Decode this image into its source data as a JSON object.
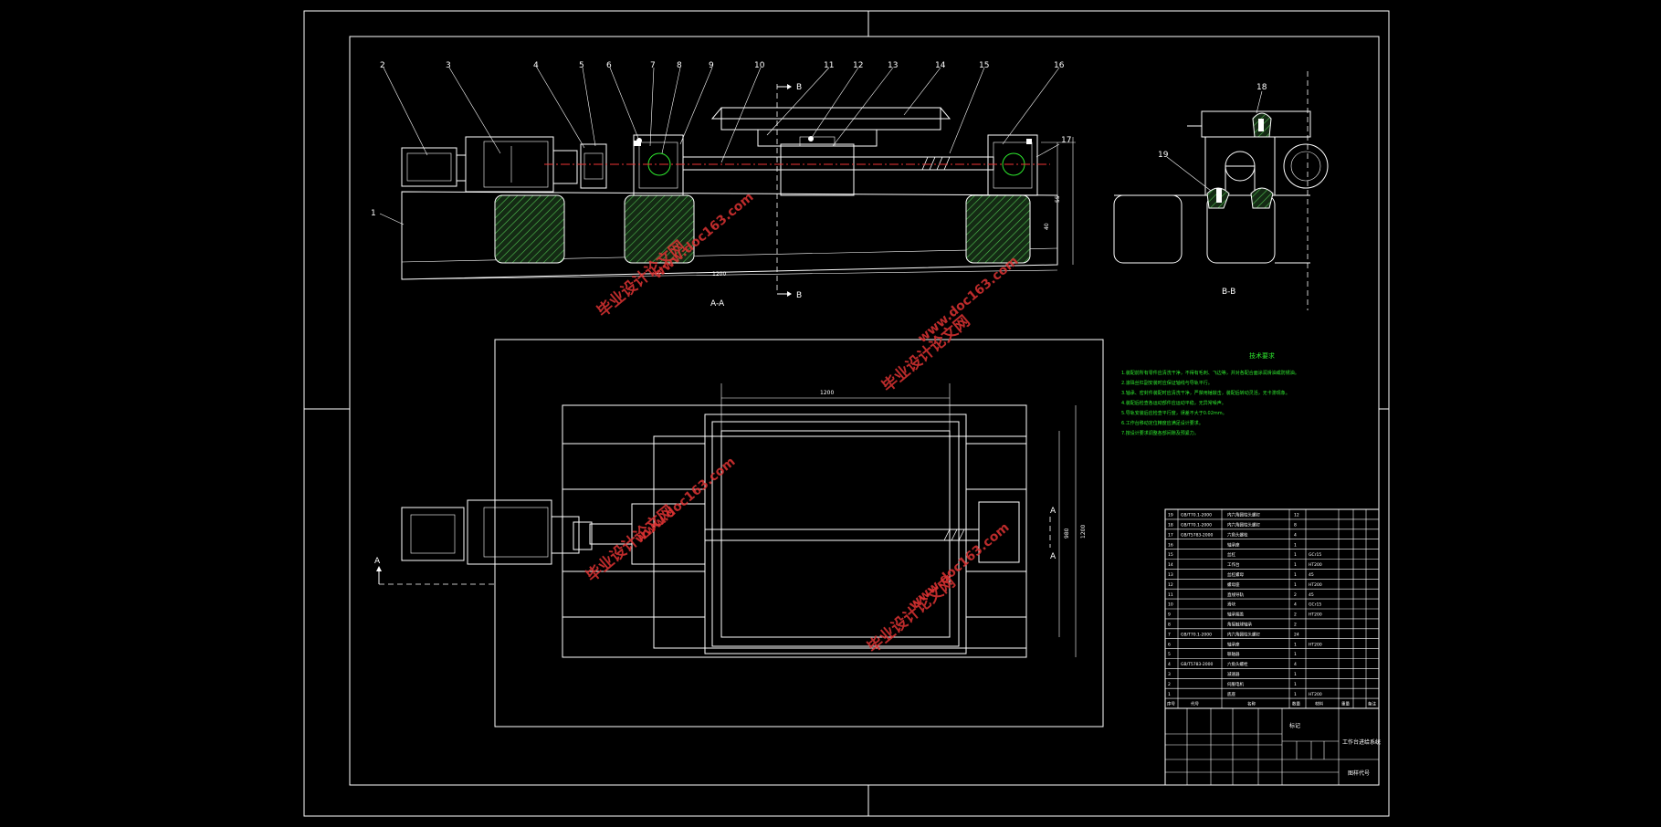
{
  "drawing": {
    "views": {
      "section_aa": "A-A",
      "section_bb": "B-B"
    },
    "cut_markers": {
      "b_top": "B",
      "b_bottom": "B",
      "a_top": "A",
      "a_bottom": "A",
      "a_left": "A"
    },
    "part_callouts": [
      "1",
      "2",
      "3",
      "4",
      "5",
      "6",
      "7",
      "8",
      "9",
      "10",
      "11",
      "12",
      "13",
      "14",
      "15",
      "16",
      "17",
      "18",
      "19"
    ],
    "dimensions": {
      "base_length": "1200",
      "height_1": "55",
      "height_2": "40",
      "table_width": "1200",
      "table_height_1": "980",
      "table_height_2": "1200"
    },
    "tech_requirements": {
      "title": "技术要求",
      "lines": [
        "1.装配前所有零件应清洗干净，不得有毛刺、飞边等，并对各配合面涂润滑油或防锈油。",
        "2.滚珠丝杠副安装时应保证轴线与导轨平行。",
        "3.轴承、密封件装配时应清洗干净，严禁用锤敲击，装配后转动灵活，无卡滞现象。",
        "4.装配后检查各运动部件应运动平稳，无异常噪声。",
        "5.导轨安装后应检查平行度，误差不大于0.02mm。",
        "6.工作台移动定位精度应满足设计要求。",
        "7.按设计要求调整各部间隙及预紧力。"
      ]
    },
    "bom": [
      {
        "no": "19",
        "code": "GB/T70.1-2000",
        "name": "内六角圆柱头螺钉",
        "qty": "12",
        "mat": ""
      },
      {
        "no": "18",
        "code": "GB/T70.1-2000",
        "name": "内六角圆柱头螺钉",
        "qty": "8",
        "mat": ""
      },
      {
        "no": "17",
        "code": "GB/T5783-2000",
        "name": "六角头螺栓",
        "qty": "4",
        "mat": ""
      },
      {
        "no": "16",
        "code": "",
        "name": "轴承座",
        "qty": "1",
        "mat": ""
      },
      {
        "no": "15",
        "code": "",
        "name": "丝杠",
        "qty": "1",
        "mat": "GCr15"
      },
      {
        "no": "14",
        "code": "",
        "name": "工作台",
        "qty": "1",
        "mat": "HT200"
      },
      {
        "no": "13",
        "code": "",
        "name": "丝杠螺母",
        "qty": "1",
        "mat": "45"
      },
      {
        "no": "12",
        "code": "",
        "name": "螺母座",
        "qty": "1",
        "mat": "HT200"
      },
      {
        "no": "11",
        "code": "",
        "name": "直线导轨",
        "qty": "2",
        "mat": "45"
      },
      {
        "no": "10",
        "code": "",
        "name": "滑块",
        "qty": "4",
        "mat": "GCr15"
      },
      {
        "no": "9",
        "code": "",
        "name": "轴承端盖",
        "qty": "2",
        "mat": "HT200"
      },
      {
        "no": "8",
        "code": "",
        "name": "角接触球轴承",
        "qty": "2",
        "mat": ""
      },
      {
        "no": "7",
        "code": "GB/T70.1-2000",
        "name": "内六角圆柱头螺钉",
        "qty": "24",
        "mat": ""
      },
      {
        "no": "6",
        "code": "",
        "name": "轴承座",
        "qty": "1",
        "mat": "HT200"
      },
      {
        "no": "5",
        "code": "",
        "name": "联轴器",
        "qty": "1",
        "mat": ""
      },
      {
        "no": "4",
        "code": "GB/T5783-2000",
        "name": "六角头螺栓",
        "qty": "4",
        "mat": ""
      },
      {
        "no": "3",
        "code": "",
        "name": "减速器",
        "qty": "1",
        "mat": ""
      },
      {
        "no": "2",
        "code": "",
        "name": "伺服电机",
        "qty": "1",
        "mat": ""
      },
      {
        "no": "1",
        "code": "",
        "name": "底座",
        "qty": "1",
        "mat": "HT200"
      }
    ],
    "bom_header": {
      "no": "序号",
      "code": "代号",
      "name": "名称",
      "qty": "数量",
      "mat": "材料",
      "weight": "重量",
      "note": "备注"
    },
    "title_block": {
      "mark_label": "标记",
      "drawing_title": "工作台进给系统",
      "drawing_code": "图样代号"
    },
    "watermarks": [
      "毕业设计论文网",
      "www.doc163.com"
    ]
  }
}
